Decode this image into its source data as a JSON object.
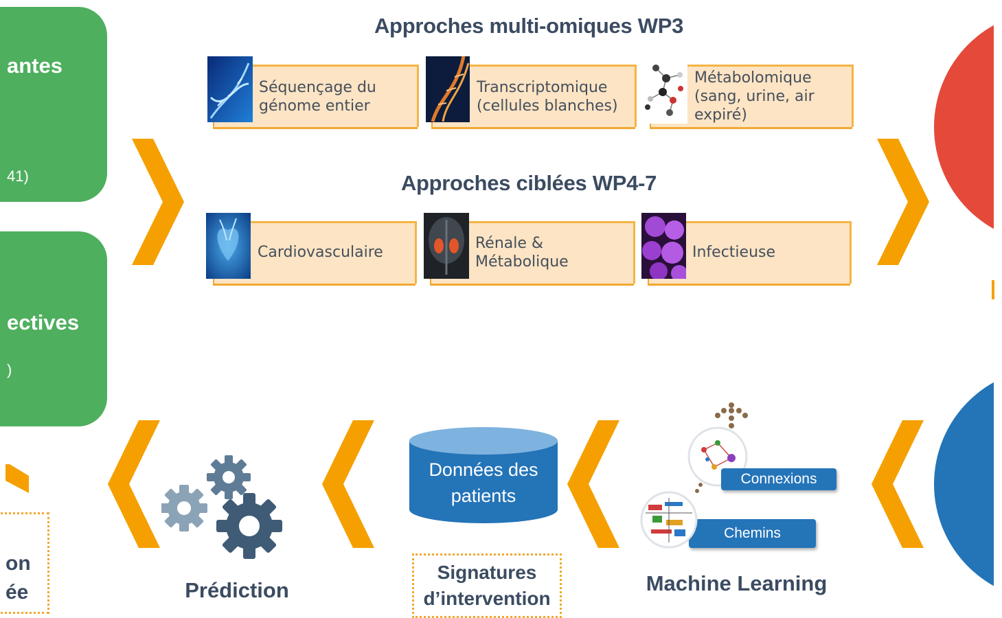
{
  "left_panels": {
    "top": {
      "title_fragment": "antes",
      "count_fragment": "41)"
    },
    "bottom": {
      "title_fragment": "ectives",
      "count_fragment": ")"
    }
  },
  "multiomics": {
    "title": "Approches multi-omiques WP3",
    "cards": [
      {
        "lines": [
          "Séquençage du",
          "génome entier"
        ],
        "image": "dna-helix-image"
      },
      {
        "lines": [
          "Transcriptomique",
          "(cellules blanches)"
        ],
        "image": "rna-strand-image"
      },
      {
        "lines": [
          "Métabolomique",
          "(sang, urine, air",
          "expiré)"
        ],
        "image": "molecule-image"
      }
    ]
  },
  "targeted": {
    "title": "Approches ciblées WP4-7",
    "cards": [
      {
        "lines": [
          "Cardiovasculaire"
        ],
        "image": "heart-image"
      },
      {
        "lines": [
          "Rénale &",
          "Métabolique"
        ],
        "image": "kidney-image"
      },
      {
        "lines": [
          "Infectieuse"
        ],
        "image": "bacteria-image"
      }
    ]
  },
  "bottom_row": {
    "prediction_label": "Prédiction",
    "database_lines": [
      "Données des",
      "patients"
    ],
    "signatures_lines": [
      "Signatures",
      "d’intervention"
    ],
    "ml_label": "Machine Learning",
    "connexions_label": "Connexions",
    "chemins_label": "Chemins",
    "left_partial_lines": [
      "on",
      "ée"
    ]
  },
  "colors": {
    "green": "#4eaf5e",
    "orange": "#f5a000",
    "red": "#e5493a",
    "blue": "#2474b8",
    "card_bg": "#fce4c4",
    "title": "#3b4b61"
  }
}
